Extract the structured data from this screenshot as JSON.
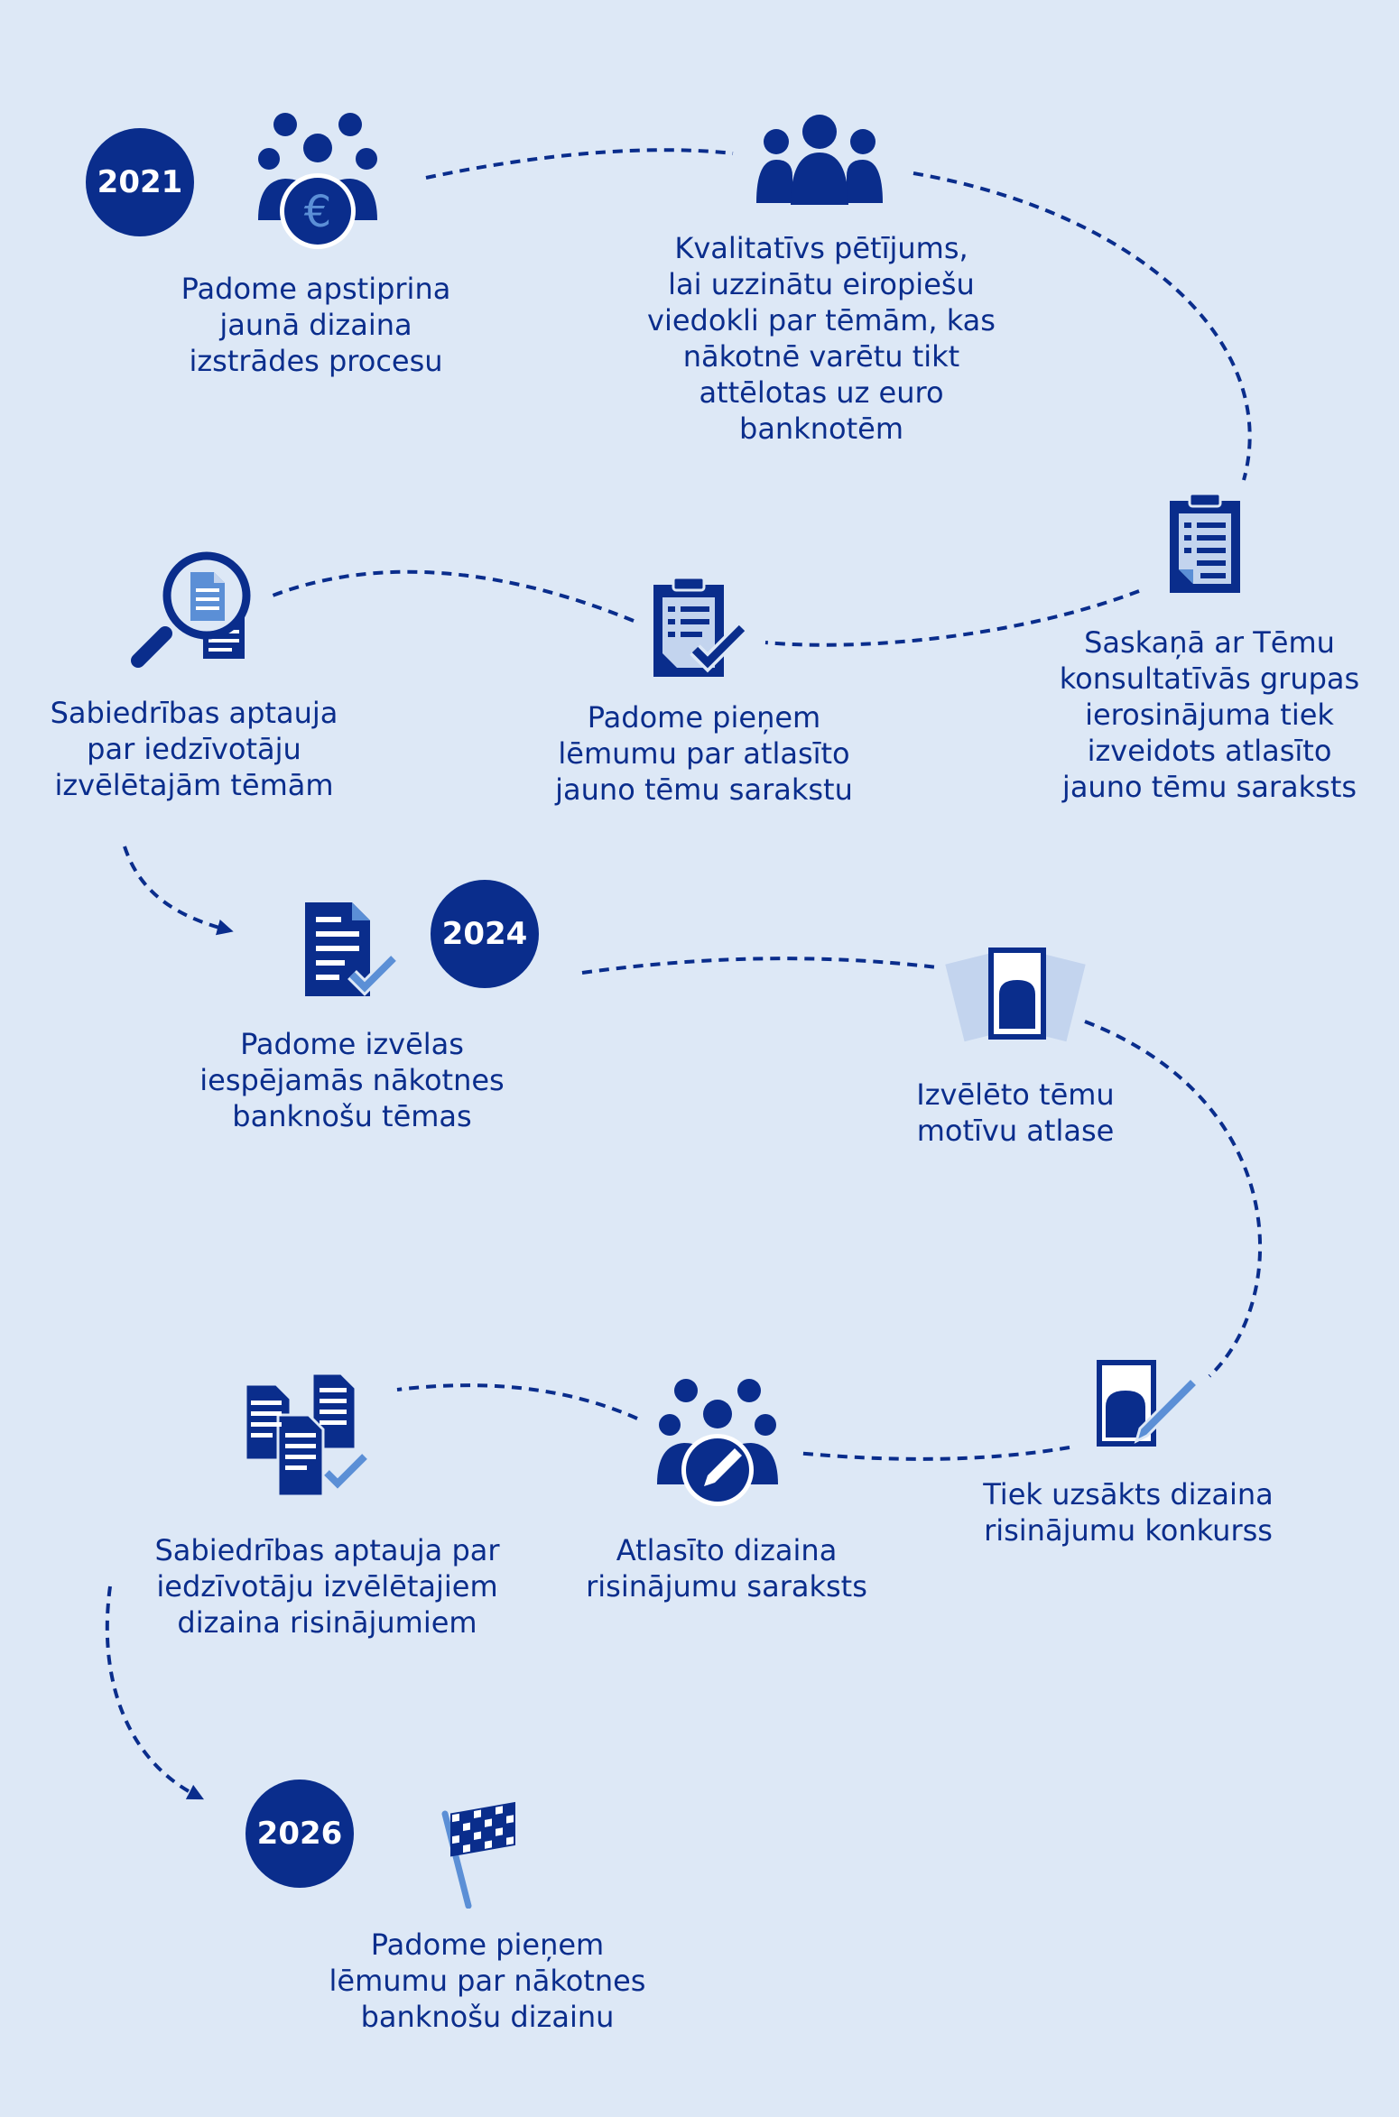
{
  "colors": {
    "background": "#dde8f6",
    "primary": "#0a2d8c",
    "accent": "#5b8fd6",
    "light": "#c3d4ee"
  },
  "years": {
    "y2021": "2021",
    "y2024": "2024",
    "y2026": "2026"
  },
  "steps": [
    {
      "icon": "people-euro-icon",
      "text": "Padome apstiprina\njaunā dizaina\nizstrādes procesu"
    },
    {
      "icon": "people-icon",
      "text": "Kvalitatīvs pētījums,\nlai uzzinātu eiropiešu\nviedokli par tēmām, kas\nnākotnē varētu tikt\nattēlotas uz euro\nbanknotēm"
    },
    {
      "icon": "clipboard-list-icon",
      "text": "Saskaņā ar Tēmu\nkonsultatīvās grupas\nierosinājuma tiek\nizveidots atlasīto\njauno tēmu saraksts"
    },
    {
      "icon": "clipboard-check-icon",
      "text": "Padome pieņem\nlēmumu par atlasīto\njauno tēmu sarakstu"
    },
    {
      "icon": "magnifier-document-icon",
      "text": "Sabiedrības aptauja\npar iedzīvotāju\nizvēlētajām tēmām"
    },
    {
      "icon": "document-check-icon",
      "text": "Padome izvēlas\niespējamās nākotnes\nbanknošu tēmas"
    },
    {
      "icon": "motif-cards-icon",
      "text": "Izvēlēto tēmu\nmotīvu atlase"
    },
    {
      "icon": "design-pencil-icon",
      "text": "Tiek uzsākts dizaina\nrisinājumu konkurss"
    },
    {
      "icon": "people-pencil-icon",
      "text": "Atlasīto dizaina\nrisinājumu saraksts"
    },
    {
      "icon": "documents-stack-icon",
      "text": "Sabiedrības aptauja par\niedzīvotāju izvēlētajiem\ndizaina risinājumiem"
    },
    {
      "icon": "checkered-flag-icon",
      "text": "Padome pieņem\nlēmumu par nākotnes\nbanknošu dizainu"
    }
  ]
}
